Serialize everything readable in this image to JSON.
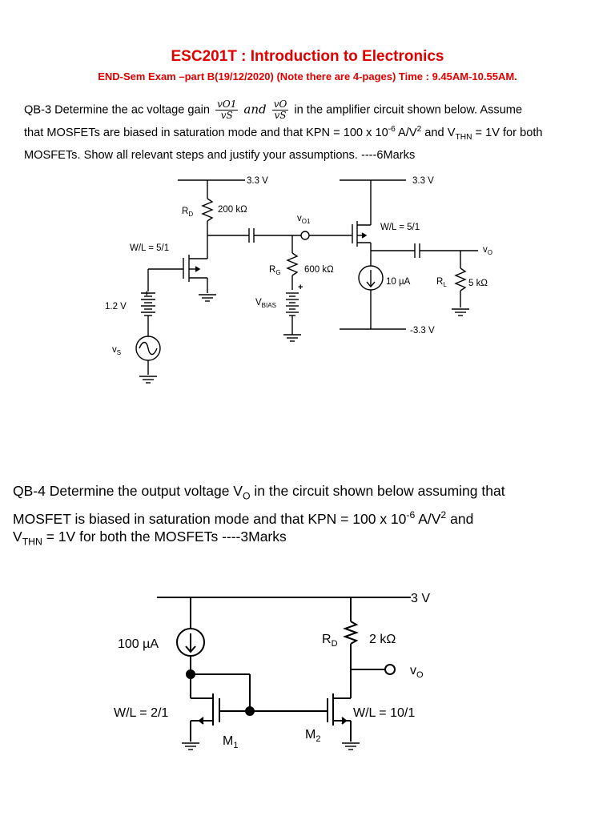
{
  "header": {
    "title": "ESC201T :  Introduction to Electronics",
    "subtitle": "END-Sem Exam –part B(19/12/2020) (Note there are 4-pages) Time : 9.45AM-10.55AM."
  },
  "qb3": {
    "prefix": "QB-3  Determine the ac voltage gain",
    "frac1_num": "vO1",
    "frac1_den": "vS",
    "and": "and",
    "frac2_num": "vO",
    "frac2_den": "vS",
    "suffix": "in the amplifier circuit shown below. Assume",
    "line2_a": "that MOSFETs are biased in saturation mode and that KPN = 100 x 10",
    "line2_exp": "-6",
    "line2_b": " A/V",
    "line2_sq": "2",
    "line2_c": " and V",
    "line2_sub": "THN",
    "line2_d": " = 1V for both",
    "line3": "MOSFETs. Show all relevant steps and justify your assumptions. ----6Marks"
  },
  "circuit1": {
    "vdd_left": "3.3 V",
    "vdd_right": "3.3 V",
    "vss": "-3.3 V",
    "rd_name": "R",
    "rd_sub": "D",
    "rd_value": "200 kΩ",
    "vo1_name": "v",
    "vo1_sub": "O1",
    "wl_left": "W/L = 5/1",
    "wl_right": "W/L = 5/1",
    "rg_name": "R",
    "rg_sub": "G",
    "rg_value": "600 kΩ",
    "vbias_name": "V",
    "vbias_sub": "BIAS",
    "isrc_value": "10 µA",
    "rl_name": "R",
    "rl_sub": "L",
    "rl_value": "5 kΩ",
    "vo_name": "v",
    "vo_sub": "O",
    "bias_left": "1.2 V",
    "vs_name": "v",
    "vs_sub": "S"
  },
  "qb4": {
    "line1": "QB-4  Determine the output voltage V",
    "line1_sub": "O",
    "line1_b": " in the circuit shown below assuming that",
    "line2_a": "MOSFET is biased in saturation mode and that KPN = 100 x 10",
    "line2_exp": "-6",
    "line2_b": " A/V",
    "line2_sq": "2",
    "line2_c": " and",
    "line3_a": "V",
    "line3_sub": "THN",
    "line3_b": " = 1V for both the MOSFETs ----3Marks"
  },
  "circuit2": {
    "vdd": "3 V",
    "isrc_value": "100 µA",
    "rd_name": "R",
    "rd_sub": "D",
    "rd_value": "2 kΩ",
    "vo_name": "v",
    "vo_sub": "O",
    "wl_left": "W/L = 2/1",
    "wl_right": "W/L = 10/1",
    "m1_name": "M",
    "m1_sub": "1",
    "m2_name": "M",
    "m2_sub": "2"
  }
}
